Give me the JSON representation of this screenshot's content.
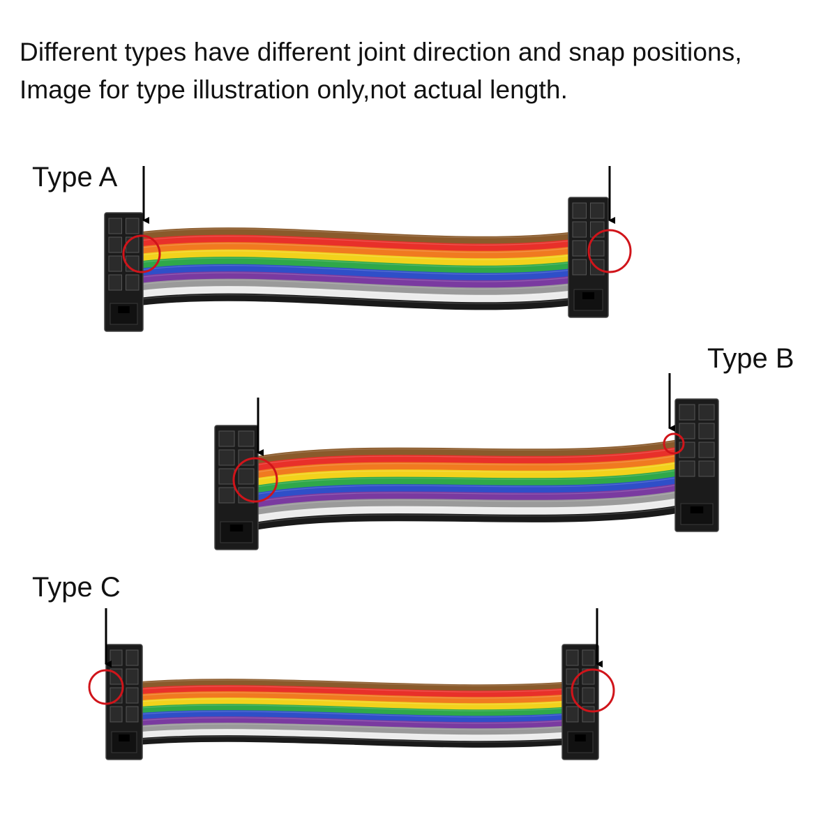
{
  "caption": {
    "line1": "Different types have different joint direction and snap positions,",
    "line2": "Image for type illustration only,not actual length."
  },
  "types": [
    {
      "label": "Type A"
    },
    {
      "label": "Type B"
    },
    {
      "label": "Type C"
    }
  ],
  "colors": {
    "wires": [
      "#8a5a2b",
      "#e8302a",
      "#f07a20",
      "#f2d21c",
      "#2fa84a",
      "#2f4fc8",
      "#7a3aa0",
      "#9a9a9a",
      "#ececec",
      "#1a1a1a"
    ],
    "connector": "#1b1b1b",
    "highlight_circle": "#d0141a",
    "arrow": "#000000"
  }
}
